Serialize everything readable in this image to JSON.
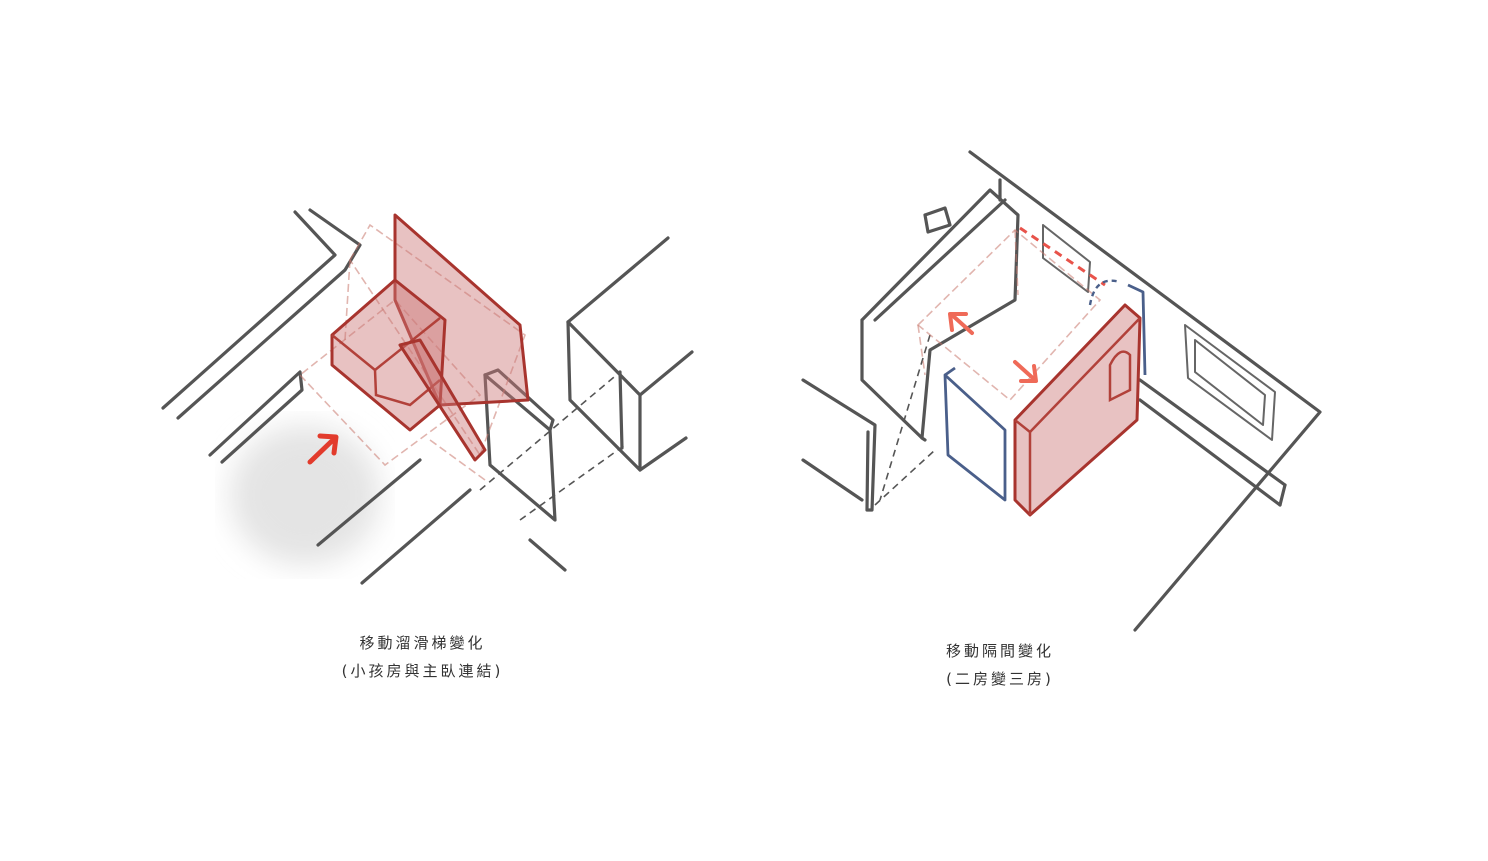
{
  "left_diagram": {
    "caption_title": "移動溜滑梯變化",
    "caption_subtitle": "(小孩房與主臥連結)"
  },
  "right_diagram": {
    "caption_title": "移動隔間變化",
    "caption_subtitle": "(二房變三房)"
  },
  "colors": {
    "ink": "#555555",
    "red_accent": "#a8342e",
    "red_fill": "#d98e8a",
    "blue_accent": "#4a5f8a",
    "arrow": "#e23b2c"
  }
}
